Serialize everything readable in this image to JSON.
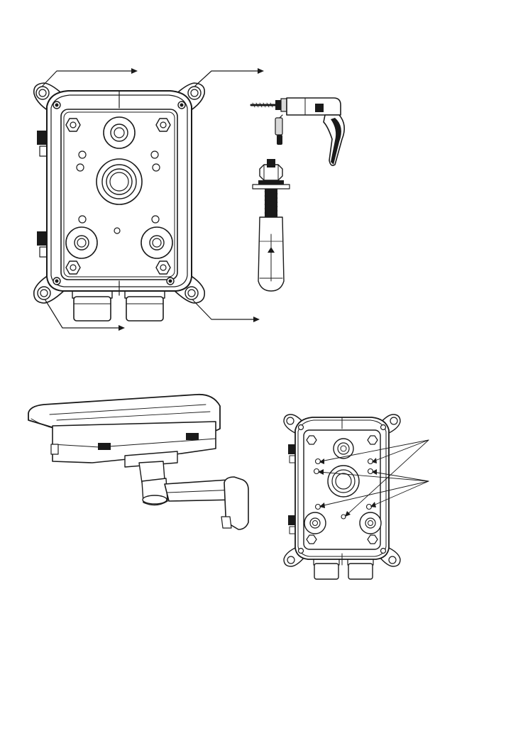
{
  "page": {
    "background": "#ffffff",
    "ink_color": "#1a1a1a"
  },
  "figures": {
    "top": {
      "mounting_box": {
        "icon": "wall-junction-box-icon"
      },
      "drill": {
        "icon": "electric-drill-icon"
      },
      "anchor": {
        "icon": "expansion-anchor-bolt-icon"
      },
      "arrows": [
        "arrow-top-left",
        "arrow-top-right",
        "arrow-bottom-left",
        "arrow-bottom-right"
      ]
    },
    "bottom": {
      "camera": {
        "icon": "camera-housing-with-wall-bracket-icon"
      },
      "mounting_box": {
        "icon": "wall-junction-box-icon"
      },
      "callout_groups": 2
    }
  }
}
